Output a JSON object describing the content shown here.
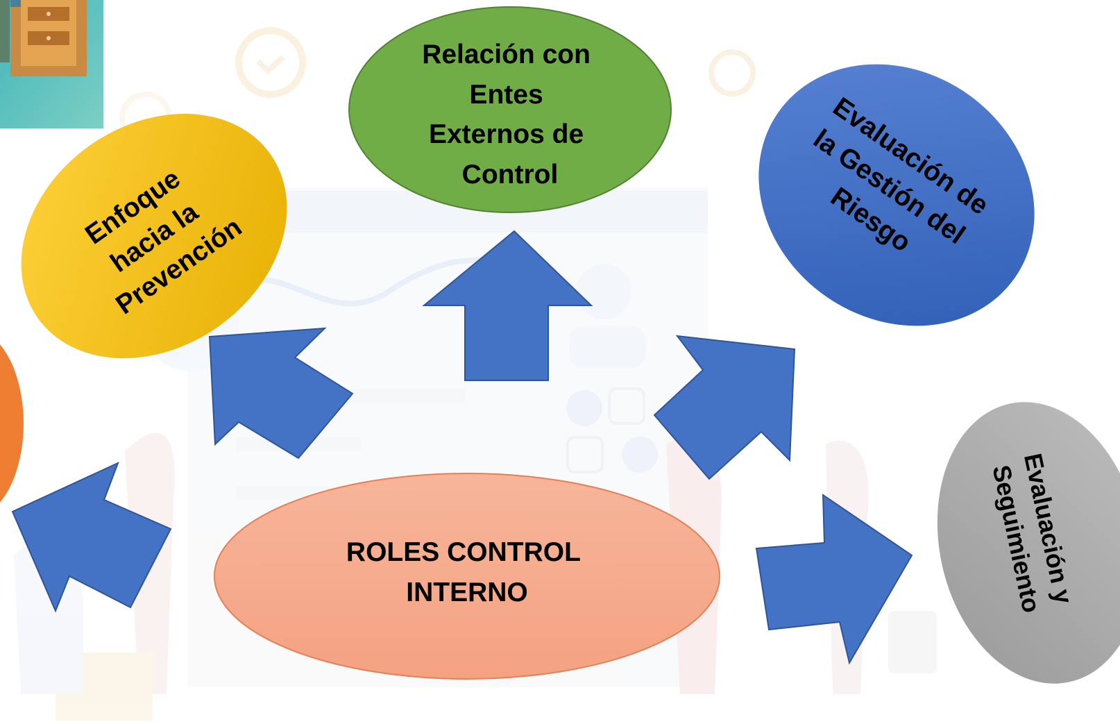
{
  "diagram": {
    "center": {
      "lines": [
        "ROLES CONTROL",
        "INTERNO"
      ]
    },
    "nodes": [
      {
        "id": "relacion",
        "lines": [
          "Relación con",
          "Entes",
          "Externos de",
          "Control"
        ],
        "color": "#70ad47"
      },
      {
        "id": "enfoque",
        "lines": [
          "Enfoque",
          "hacia la",
          "Prevención"
        ],
        "color": "#ffc000"
      },
      {
        "id": "evaluacion-riesgo",
        "lines": [
          "Evaluación de",
          "la Gestión del",
          "Riesgo"
        ],
        "color": "#3e6fc4"
      },
      {
        "id": "evaluacion-seguimiento",
        "lines": [
          "Evaluación y",
          "Seguimiento"
        ],
        "color": "#a5a5a5"
      },
      {
        "id": "partial-orange",
        "lines": [],
        "color": "#ed7d31"
      }
    ],
    "center_color": "#f4a98a",
    "arrow_color": "#4472c4"
  }
}
